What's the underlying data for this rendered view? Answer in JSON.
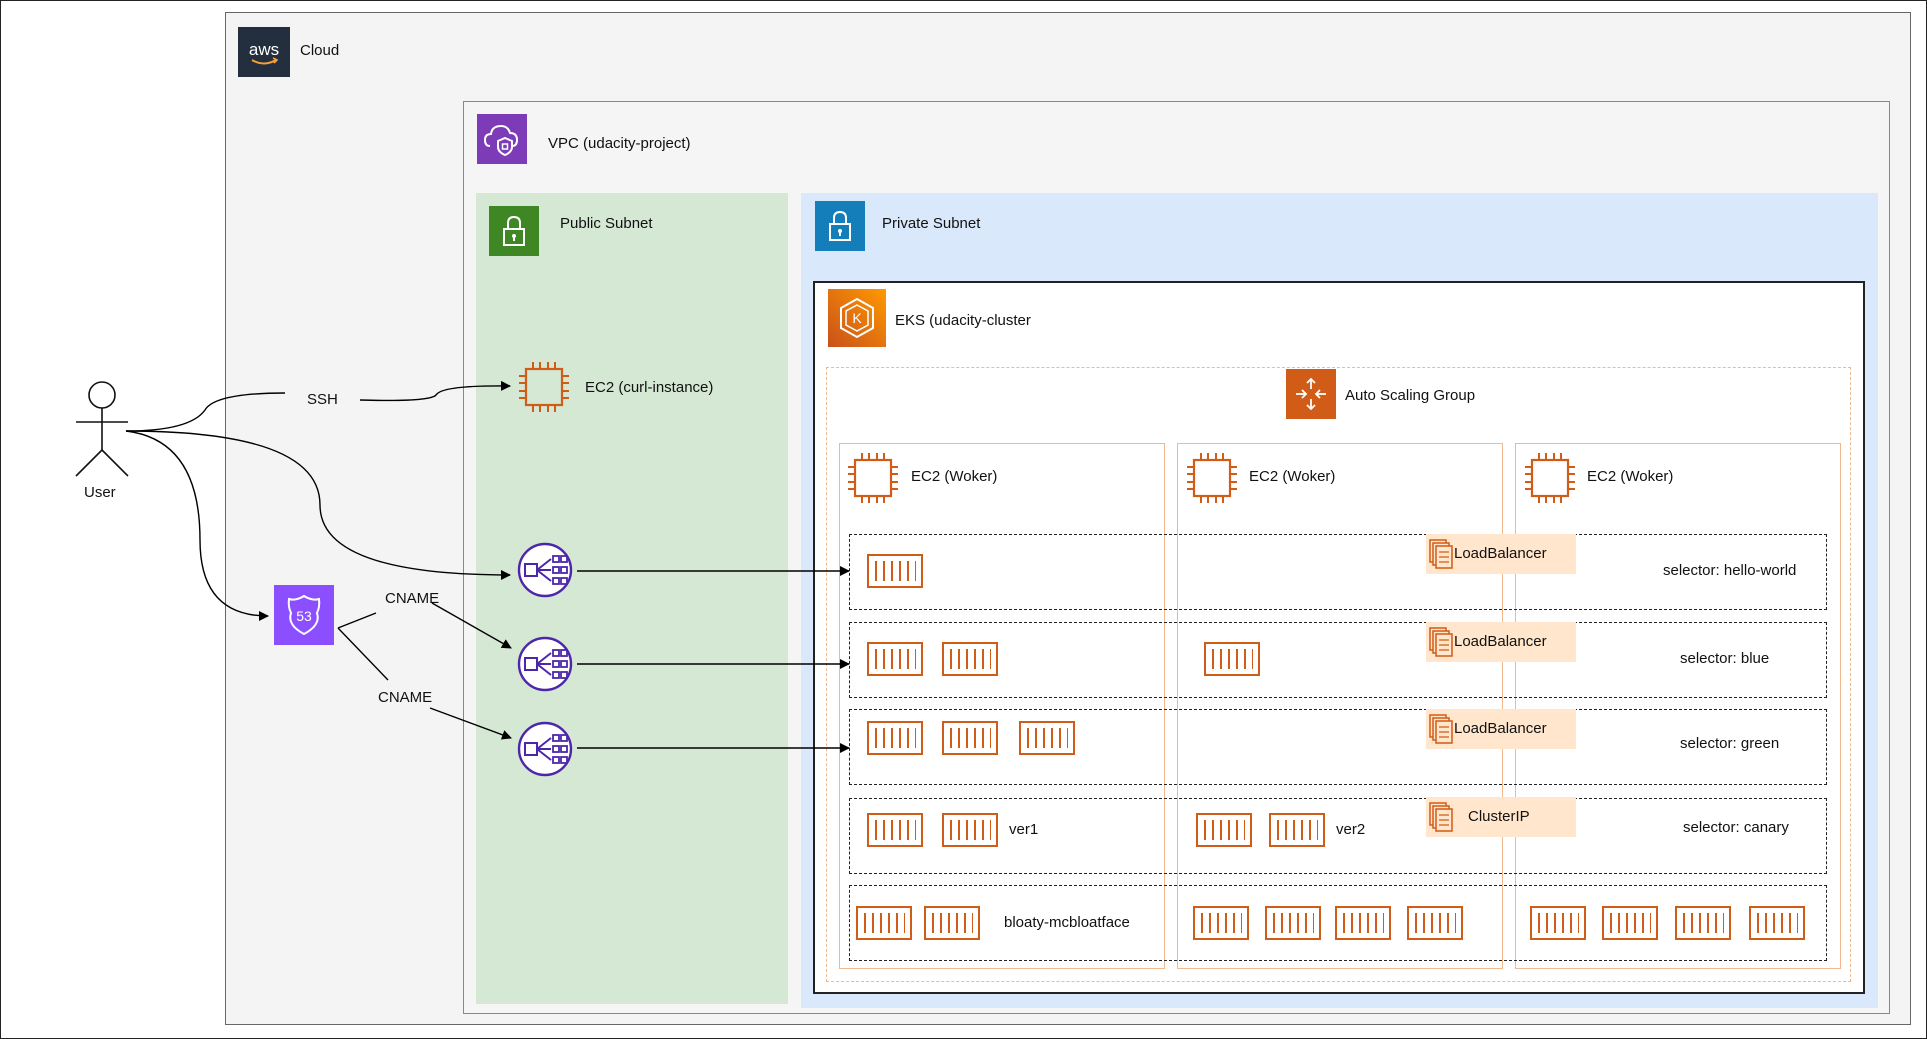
{
  "user": {
    "label": "User"
  },
  "cloud": {
    "label": "Cloud",
    "badge_text": "aws"
  },
  "vpc": {
    "label": "VPC (udacity-project)"
  },
  "public_subnet": {
    "label": "Public Subnet"
  },
  "private_subnet": {
    "label": "Private Subnet"
  },
  "curl_instance": {
    "label": "EC2 (curl-instance)"
  },
  "eks": {
    "label": "EKS (udacity-cluster"
  },
  "asg": {
    "label": "Auto Scaling Group"
  },
  "workers": [
    "EC2 (Woker)",
    "EC2 (Woker)",
    "EC2 (Woker)"
  ],
  "route53": {
    "badge_text": "53"
  },
  "edges": {
    "ssh": "SSH",
    "cname1": "CNAME",
    "cname2": "CNAME"
  },
  "services": [
    {
      "type": "LoadBalancer",
      "selector": "selector:  hello-world"
    },
    {
      "type": "LoadBalancer",
      "selector": "selector:  blue"
    },
    {
      "type": "LoadBalancer",
      "selector": "selector:  green"
    },
    {
      "type": "ClusterIP",
      "selector": "selector:  canary"
    }
  ],
  "canary_versions": {
    "v1": "ver1",
    "v2": "ver2"
  },
  "bloaty": {
    "label": "bloaty-mcbloatface"
  },
  "colors": {
    "aws_orange": "#D05C17",
    "vpc_purple": "#7D3BB8",
    "elb_purple": "#4D27AA",
    "public_green": "#D5E8D4",
    "private_blue": "#DAE8FC",
    "service_fill": "#FFE6CC"
  }
}
